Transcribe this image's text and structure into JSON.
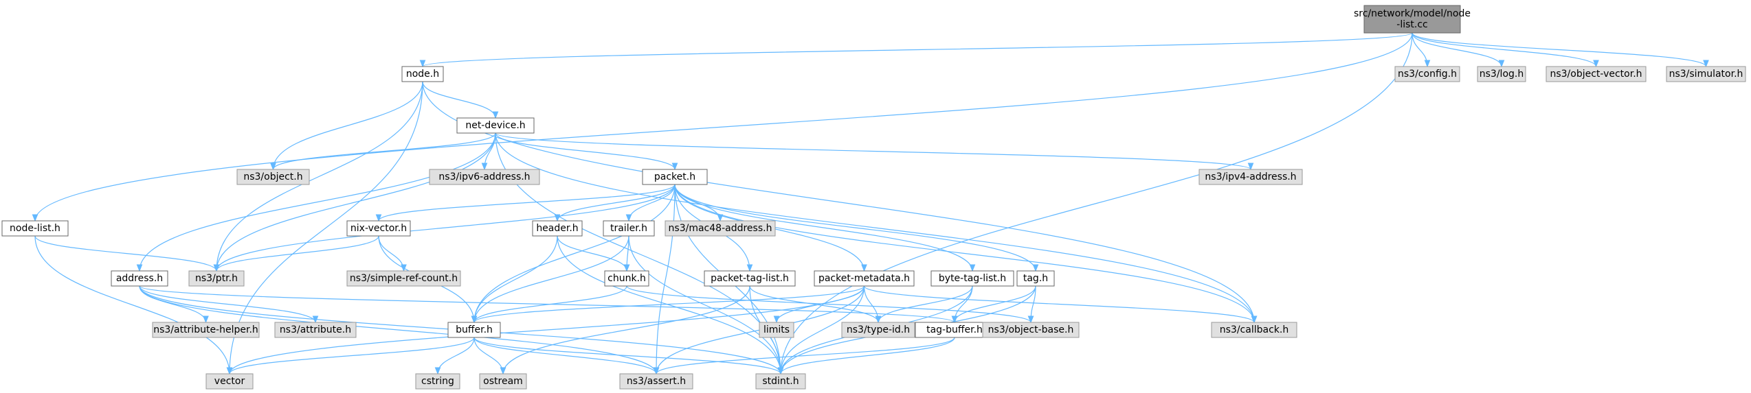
{
  "diagram": {
    "nodes": [
      {
        "id": "root",
        "kind": "root",
        "lines": [
          "src/network/model/node",
          "-list.cc"
        ]
      },
      {
        "id": "node_h",
        "kind": "normal",
        "lines": [
          "node.h"
        ]
      },
      {
        "id": "config",
        "kind": "external",
        "lines": [
          "ns3/config.h"
        ]
      },
      {
        "id": "log",
        "kind": "external",
        "lines": [
          "ns3/log.h"
        ]
      },
      {
        "id": "objvec",
        "kind": "external",
        "lines": [
          "ns3/object-vector.h"
        ]
      },
      {
        "id": "sim",
        "kind": "external",
        "lines": [
          "ns3/simulator.h"
        ]
      },
      {
        "id": "netdev",
        "kind": "normal",
        "lines": [
          "net-device.h"
        ]
      },
      {
        "id": "object",
        "kind": "external",
        "lines": [
          "ns3/object.h"
        ]
      },
      {
        "id": "ipv6",
        "kind": "external",
        "lines": [
          "ns3/ipv6-address.h"
        ]
      },
      {
        "id": "ipv4",
        "kind": "external",
        "lines": [
          "ns3/ipv4-address.h"
        ]
      },
      {
        "id": "packet",
        "kind": "normal",
        "lines": [
          "packet.h"
        ]
      },
      {
        "id": "nodelist",
        "kind": "normal",
        "lines": [
          "node-list.h"
        ]
      },
      {
        "id": "nix",
        "kind": "normal",
        "lines": [
          "nix-vector.h"
        ]
      },
      {
        "id": "header",
        "kind": "normal",
        "lines": [
          "header.h"
        ]
      },
      {
        "id": "trailer",
        "kind": "normal",
        "lines": [
          "trailer.h"
        ]
      },
      {
        "id": "mac48",
        "kind": "external",
        "lines": [
          "ns3/mac48-address.h"
        ]
      },
      {
        "id": "ptr",
        "kind": "external",
        "lines": [
          "ns3/ptr.h"
        ]
      },
      {
        "id": "simref",
        "kind": "external",
        "lines": [
          "ns3/simple-ref-count.h"
        ]
      },
      {
        "id": "address",
        "kind": "normal",
        "lines": [
          "address.h"
        ]
      },
      {
        "id": "chunk",
        "kind": "normal",
        "lines": [
          "chunk.h"
        ]
      },
      {
        "id": "ptaglist",
        "kind": "normal",
        "lines": [
          "packet-tag-list.h"
        ]
      },
      {
        "id": "pmeta",
        "kind": "normal",
        "lines": [
          "packet-metadata.h"
        ]
      },
      {
        "id": "btaglist",
        "kind": "normal",
        "lines": [
          "byte-tag-list.h"
        ]
      },
      {
        "id": "tag",
        "kind": "normal",
        "lines": [
          "tag.h"
        ]
      },
      {
        "id": "attrhelper",
        "kind": "external",
        "lines": [
          "ns3/attribute-helper.h"
        ]
      },
      {
        "id": "attr",
        "kind": "external",
        "lines": [
          "ns3/attribute.h"
        ]
      },
      {
        "id": "buffer",
        "kind": "normal",
        "lines": [
          "buffer.h"
        ]
      },
      {
        "id": "limits",
        "kind": "external",
        "lines": [
          "limits"
        ]
      },
      {
        "id": "typeid",
        "kind": "external",
        "lines": [
          "ns3/type-id.h"
        ]
      },
      {
        "id": "tagbuf",
        "kind": "normal",
        "lines": [
          "tag-buffer.h"
        ]
      },
      {
        "id": "objbase",
        "kind": "external",
        "lines": [
          "ns3/object-base.h"
        ]
      },
      {
        "id": "callback",
        "kind": "external",
        "lines": [
          "ns3/callback.h"
        ]
      },
      {
        "id": "vector",
        "kind": "external",
        "lines": [
          "vector"
        ]
      },
      {
        "id": "cstring",
        "kind": "external",
        "lines": [
          "cstring"
        ]
      },
      {
        "id": "ostream",
        "kind": "external",
        "lines": [
          "ostream"
        ]
      },
      {
        "id": "assert",
        "kind": "external",
        "lines": [
          "ns3/assert.h"
        ]
      },
      {
        "id": "stdint",
        "kind": "external",
        "lines": [
          "stdint.h"
        ]
      }
    ],
    "edges": [
      [
        "root",
        "node_h"
      ],
      [
        "root",
        "nodelist"
      ],
      [
        "root",
        "config"
      ],
      [
        "root",
        "log"
      ],
      [
        "root",
        "objvec"
      ],
      [
        "root",
        "sim"
      ],
      [
        "root",
        "stdint"
      ],
      [
        "node_h",
        "netdev"
      ],
      [
        "node_h",
        "object"
      ],
      [
        "node_h",
        "ptr"
      ],
      [
        "node_h",
        "vector"
      ],
      [
        "node_h",
        "callback"
      ],
      [
        "netdev",
        "object"
      ],
      [
        "netdev",
        "ipv6"
      ],
      [
        "netdev",
        "ipv4"
      ],
      [
        "netdev",
        "packet"
      ],
      [
        "netdev",
        "ptr"
      ],
      [
        "netdev",
        "address"
      ],
      [
        "netdev",
        "callback"
      ],
      [
        "netdev",
        "stdint"
      ],
      [
        "nodelist",
        "ptr"
      ],
      [
        "nodelist",
        "vector"
      ],
      [
        "packet",
        "nix"
      ],
      [
        "packet",
        "header"
      ],
      [
        "packet",
        "trailer"
      ],
      [
        "packet",
        "mac48"
      ],
      [
        "packet",
        "ptaglist"
      ],
      [
        "packet",
        "pmeta"
      ],
      [
        "packet",
        "btaglist"
      ],
      [
        "packet",
        "tag"
      ],
      [
        "packet",
        "ptr"
      ],
      [
        "packet",
        "buffer"
      ],
      [
        "packet",
        "callback"
      ],
      [
        "packet",
        "assert"
      ],
      [
        "packet",
        "stdint"
      ],
      [
        "nix",
        "ptr"
      ],
      [
        "nix",
        "simref"
      ],
      [
        "nix",
        "buffer"
      ],
      [
        "header",
        "chunk"
      ],
      [
        "header",
        "buffer"
      ],
      [
        "header",
        "stdint"
      ],
      [
        "trailer",
        "chunk"
      ],
      [
        "trailer",
        "buffer"
      ],
      [
        "trailer",
        "stdint"
      ],
      [
        "chunk",
        "buffer"
      ],
      [
        "chunk",
        "objbase"
      ],
      [
        "address",
        "attrhelper"
      ],
      [
        "address",
        "attr"
      ],
      [
        "address",
        "tagbuf"
      ],
      [
        "address",
        "assert"
      ],
      [
        "address",
        "stdint"
      ],
      [
        "ptaglist",
        "typeid"
      ],
      [
        "ptaglist",
        "ostream"
      ],
      [
        "ptaglist",
        "stdint"
      ],
      [
        "pmeta",
        "buffer"
      ],
      [
        "pmeta",
        "limits"
      ],
      [
        "pmeta",
        "typeid"
      ],
      [
        "pmeta",
        "callback"
      ],
      [
        "pmeta",
        "vector"
      ],
      [
        "pmeta",
        "assert"
      ],
      [
        "pmeta",
        "stdint"
      ],
      [
        "btaglist",
        "typeid"
      ],
      [
        "btaglist",
        "tagbuf"
      ],
      [
        "btaglist",
        "stdint"
      ],
      [
        "tag",
        "objbase"
      ],
      [
        "tag",
        "tagbuf"
      ],
      [
        "tag",
        "stdint"
      ],
      [
        "buffer",
        "vector"
      ],
      [
        "buffer",
        "cstring"
      ],
      [
        "buffer",
        "ostream"
      ],
      [
        "buffer",
        "assert"
      ],
      [
        "buffer",
        "stdint"
      ],
      [
        "tagbuf",
        "assert"
      ],
      [
        "tagbuf",
        "stdint"
      ]
    ]
  },
  "colors": {
    "edge": "#63b8ff",
    "root_fill": "#999999",
    "external_fill": "#e0e0e0",
    "normal_fill": "#ffffff"
  }
}
